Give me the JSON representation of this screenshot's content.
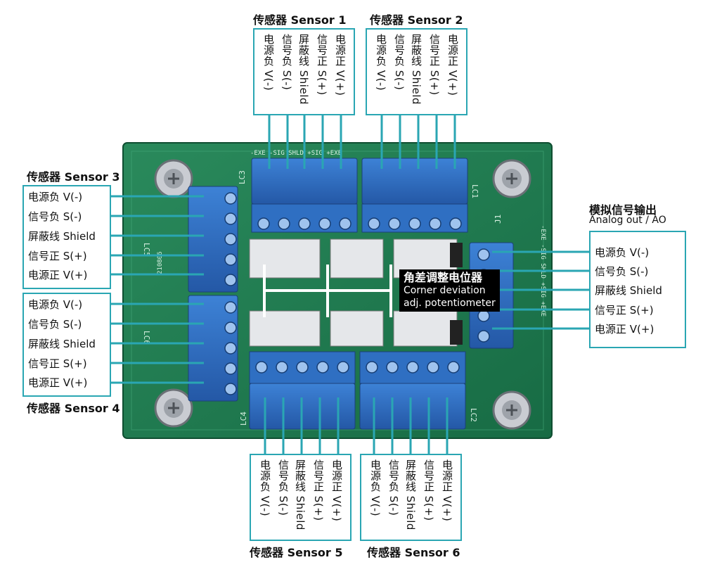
{
  "top_sensors": [
    {
      "title": "传感器 Sensor 1",
      "pins": [
        "电源负 V(-)",
        "信号负 S(-)",
        "屏蔽线 Shield",
        "信号正 S(+)",
        "电源正 V(+)"
      ]
    },
    {
      "title": "传感器 Sensor 2",
      "pins": [
        "电源负 V(-)",
        "信号负 S(-)",
        "屏蔽线 Shield",
        "信号正 S(+)",
        "电源正 V(+)"
      ]
    }
  ],
  "bottom_sensors": [
    {
      "title": "传感器 Sensor 5",
      "pins": [
        "电源负 V(-)",
        "信号负 S(-)",
        "屏蔽线 Shield",
        "信号正 S(+)",
        "电源正 V(+)"
      ]
    },
    {
      "title": "传感器 Sensor 6",
      "pins": [
        "电源负 V(-)",
        "信号负 S(-)",
        "屏蔽线 Shield",
        "信号正 S(+)",
        "电源正 V(+)"
      ]
    }
  ],
  "left_sensors": [
    {
      "title": "传感器 Sensor 3",
      "pins": [
        "电源负 V(-)",
        "信号负 S(-)",
        "屏蔽线 Shield",
        "信号正 S(+)",
        "电源正 V(+)"
      ]
    },
    {
      "title": "传感器 Sensor 4",
      "pins": [
        "电源负 V(-)",
        "信号负 S(-)",
        "屏蔽线 Shield",
        "信号正 S(+)",
        "电源正 V(+)"
      ]
    }
  ],
  "analog_out": {
    "title": "模拟信号输出",
    "subtitle": "Analog out / AO",
    "pins": [
      "电源负 V(-)",
      "信号负 S(-)",
      "屏蔽线 Shield",
      "信号正 S(+)",
      "电源正 V(+)"
    ]
  },
  "annotation": {
    "line1": "角差调整电位器",
    "line2": "Corner deviation",
    "line3": "adj. potentiometer"
  },
  "board_silkscreen": {
    "lc_labels": [
      "LC1",
      "LC2",
      "LC3",
      "LC4",
      "LC5",
      "LC6",
      "J1"
    ],
    "pin_codes_top": "-EXE -SIG SHLD +SIG +EXE",
    "pin_codes_out": "-EXE -SIG SHLD +SIG +EXE",
    "date_code": "210806"
  },
  "colors": {
    "line": "#2aa6b3",
    "pcb": "#1f7a4f",
    "terminal": "#2f6fc2"
  }
}
